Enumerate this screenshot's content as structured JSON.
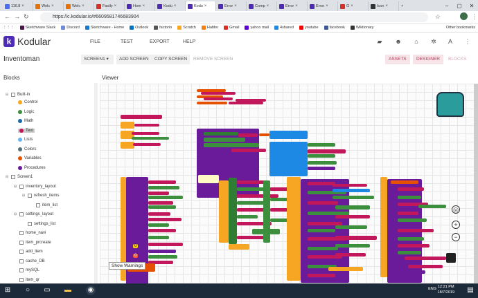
{
  "browser": {
    "tabs": [
      {
        "label": "116.8",
        "color": "#4c6ef5"
      },
      {
        "label": "Welc",
        "color": "#e8710a"
      },
      {
        "label": "Welc",
        "color": "#e8710a"
      },
      {
        "label": "Fastly",
        "color": "#d93025"
      },
      {
        "label": "Hom",
        "color": "#4e2bb5"
      },
      {
        "label": "Kodu",
        "color": "#4e2bb5"
      },
      {
        "label": "Kodu",
        "color": "#4e2bb5"
      },
      {
        "label": "Error",
        "color": "#4e2bb5"
      },
      {
        "label": "Comp",
        "color": "#4e2bb5"
      },
      {
        "label": "Error",
        "color": "#4e2bb5"
      },
      {
        "label": "Error",
        "color": "#4e2bb5"
      },
      {
        "label": "G",
        "color": "#d93025"
      },
      {
        "label": "Icon",
        "color": "#333333"
      }
    ],
    "url": "https://c.kodular.io/#6609581746683904",
    "bookmarks": [
      {
        "label": "Sketchware Slack",
        "color": "#4a154b"
      },
      {
        "label": "Discord",
        "color": "#7289da"
      },
      {
        "label": "Sketchware - Home",
        "color": "#1976d2"
      },
      {
        "label": "Outlook",
        "color": "#0072c6"
      },
      {
        "label": "factorio",
        "color": "#555555"
      },
      {
        "label": "Scratch",
        "color": "#f9a825"
      },
      {
        "label": "Habbo",
        "color": "#f57f17"
      },
      {
        "label": "Gmail",
        "color": "#d93025"
      },
      {
        "label": "yahoo mail",
        "color": "#6001d2"
      },
      {
        "label": "4shared",
        "color": "#1e88e5"
      },
      {
        "label": "youtube",
        "color": "#ff0000"
      },
      {
        "label": "facebook",
        "color": "#3b5998"
      },
      {
        "label": "Wiktionary",
        "color": "#333333"
      }
    ],
    "other_bookmarks": "Other bookmarks"
  },
  "app": {
    "brand": "Kodular",
    "menu": [
      "FILE",
      "TEST",
      "EXPORT",
      "HELP"
    ],
    "project_name": "Inventoman",
    "screen_select": "SCREEN1 ▾",
    "add_screen": "ADD SCREEN",
    "copy_screen": "COPY SCREEN",
    "remove_screen": "REMOVE SCREEN",
    "assets": "ASSETS",
    "designer": "DESIGNER",
    "blocks": "BLOCKS",
    "accent": "#4e2bb5"
  },
  "panels": {
    "blocks_title": "Blocks",
    "viewer_title": "Viewer"
  },
  "tree": {
    "builtin_label": "Built-in",
    "builtin": [
      {
        "label": "Control",
        "color": "#f6a623"
      },
      {
        "label": "Logic",
        "color": "#3c8f3c"
      },
      {
        "label": "Math",
        "color": "#1e6aa8"
      },
      {
        "label": "Text",
        "color": "#c2185b"
      },
      {
        "label": "Lists",
        "color": "#64b5f6"
      },
      {
        "label": "Colors",
        "color": "#546e7a"
      },
      {
        "label": "Variables",
        "color": "#e65100"
      },
      {
        "label": "Procedures",
        "color": "#6a1b9a"
      }
    ],
    "components": [
      {
        "label": "Screen1",
        "indent": 0,
        "toggle": "⊟"
      },
      {
        "label": "inventory_layout",
        "indent": 1,
        "toggle": "⊟"
      },
      {
        "label": "refresh_items",
        "indent": 2,
        "toggle": "⊟"
      },
      {
        "label": "item_list",
        "indent": 3,
        "toggle": ""
      },
      {
        "label": "settings_layout",
        "indent": 1,
        "toggle": "⊟"
      },
      {
        "label": "settings_list",
        "indent": 2,
        "toggle": ""
      },
      {
        "label": "home_navi",
        "indent": 1,
        "toggle": ""
      },
      {
        "label": "item_prcreate",
        "indent": 1,
        "toggle": ""
      },
      {
        "label": "add_item",
        "indent": 1,
        "toggle": ""
      },
      {
        "label": "cache_DB",
        "indent": 1,
        "toggle": ""
      },
      {
        "label": "mySQL",
        "indent": 1,
        "toggle": ""
      },
      {
        "label": "item_qr",
        "indent": 1,
        "toggle": ""
      }
    ]
  },
  "workspace": {
    "show_warnings": "Show Warnings",
    "warnings_count": "0",
    "errors_count": "0"
  },
  "taskbar": {
    "language": "ENG",
    "time": "12:21 PM",
    "date": "18/7/2019"
  }
}
